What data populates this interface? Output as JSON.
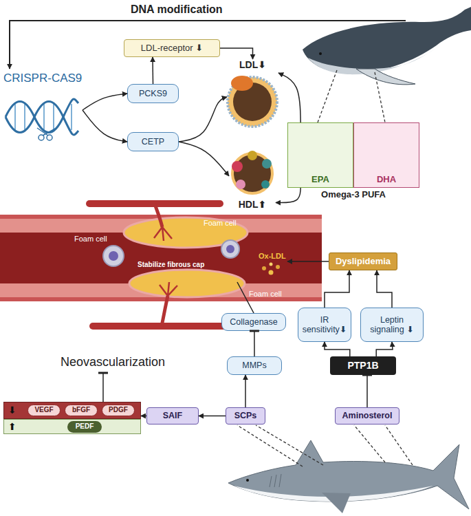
{
  "diagram": {
    "nodes": [
      {
        "text": [
          "CRISPR-CAS9"
        ]
      },
      {
        "text": [
          "LDL-receptor ⬇"
        ]
      },
      {
        "text": [
          "PCKS9"
        ]
      },
      {
        "text": [
          "CETP"
        ]
      },
      {
        "text": [
          "LDL⬇"
        ]
      },
      {
        "text": [
          "HDL⬆"
        ]
      },
      {
        "text": [
          "Omega-3 PUFA"
        ]
      },
      {
        "text": [
          "EPA"
        ],
        "in": 6
      },
      {
        "text": [
          "DHA"
        ],
        "in": 6
      },
      {
        "text": [
          "Dyslipidemia"
        ]
      },
      {
        "text": [
          "IR sensitivity⬇"
        ]
      },
      {
        "text": [
          "Leptin signaling ⬇"
        ]
      },
      {
        "text": [
          "PTP1B"
        ]
      },
      {
        "text": [
          "Aminosterol"
        ]
      },
      {
        "text": [
          "Collagenase"
        ]
      },
      {
        "text": [
          "MMPs"
        ]
      },
      {
        "text": [
          "SCPs"
        ]
      },
      {
        "text": [
          "SAIF"
        ]
      },
      {
        "text": [
          "⬇"
        ]
      },
      {
        "text": [
          "VEGF"
        ],
        "in": 18
      },
      {
        "text": [
          "bFGF"
        ],
        "in": 18
      },
      {
        "text": [
          "PDGF"
        ],
        "in": 18
      },
      {
        "text": [
          "⬆"
        ]
      },
      {
        "text": [
          "PEDF"
        ],
        "in": 22
      }
    ],
    "edges": [
      {
        "from": 0,
        "to": 2,
        "arrow": "to"
      },
      {
        "from": 0,
        "to": 3,
        "arrow": "to"
      },
      {
        "from": 2,
        "to": 1,
        "arrow": "to"
      },
      {
        "from": 1,
        "to": 4,
        "arrow": "to"
      },
      {
        "from": 3,
        "to": 4,
        "arrow": "to"
      },
      {
        "from": 3,
        "to": 5,
        "arrow": "to"
      },
      {
        "from": 6,
        "to": 4,
        "arrow": "to"
      },
      {
        "from": 6,
        "to": 5,
        "arrow": "to"
      },
      {
        "from": 12,
        "to": 10,
        "arrow": "to"
      },
      {
        "from": 12,
        "to": 11,
        "arrow": "to"
      },
      {
        "from": 10,
        "to": 9,
        "arrow": "to"
      },
      {
        "from": 11,
        "to": 9,
        "arrow": "to"
      },
      {
        "from": 13,
        "to": 12,
        "arrow": "to"
      },
      {
        "from": 16,
        "to": 15,
        "arrow": "to"
      },
      {
        "from": 15,
        "to": 14,
        "arrow": "to"
      },
      {
        "from": 16,
        "to": 17,
        "arrow": "to"
      },
      {
        "from": 17,
        "to": 18,
        "arrow": "to"
      }
    ],
    "labels": [
      "DNA modification",
      "Foam cell",
      "Foam cell",
      "Ox-LDL",
      "Stabilize fibrous cap",
      "Foam cell",
      "Neovascularization"
    ]
  }
}
